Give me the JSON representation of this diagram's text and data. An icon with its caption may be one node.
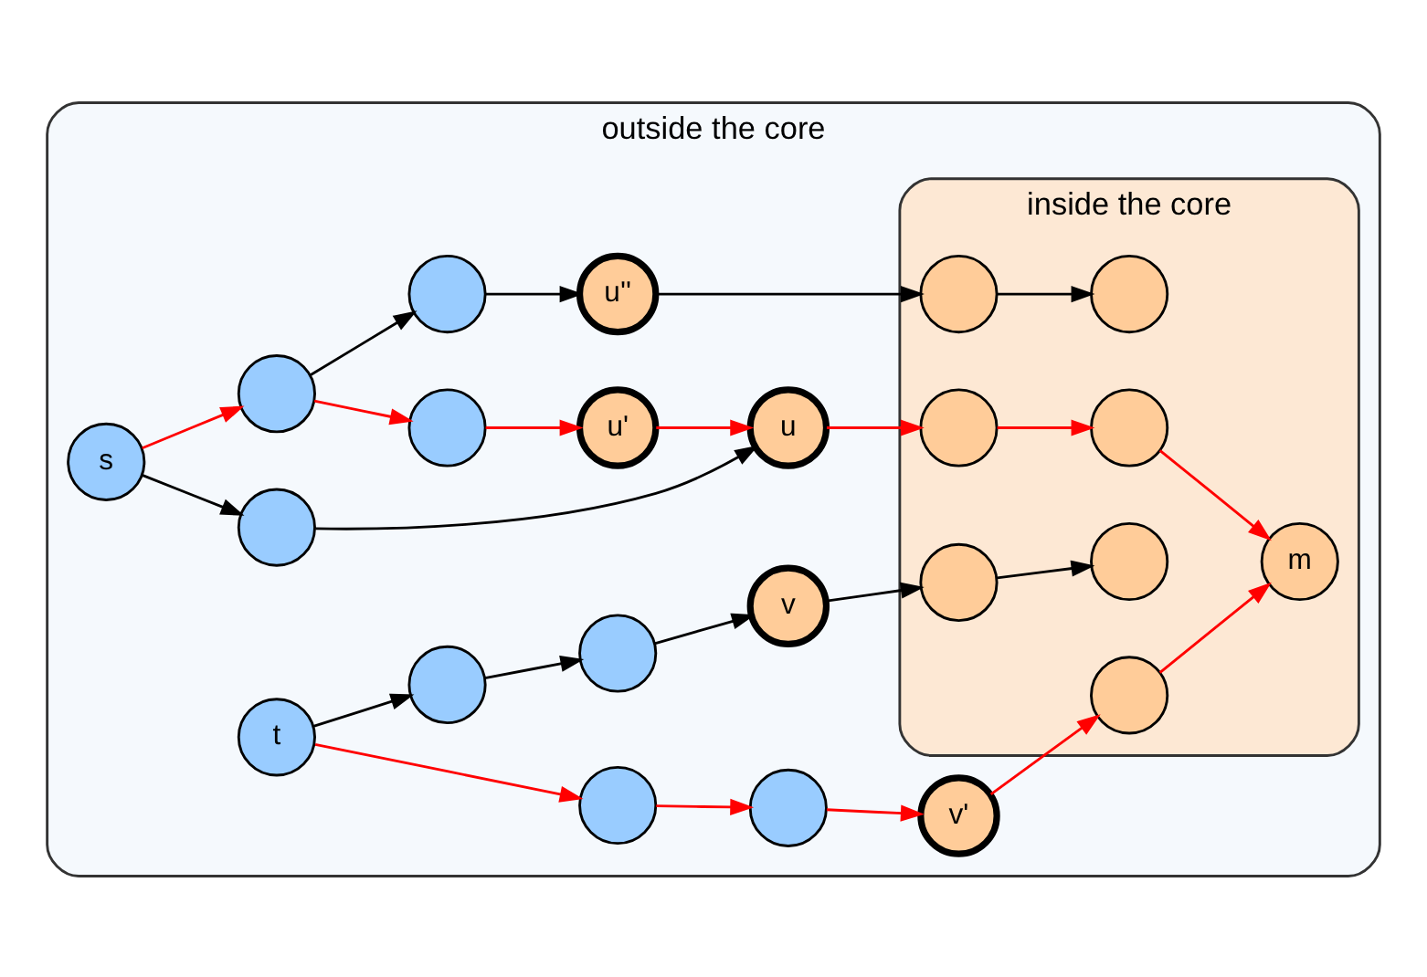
{
  "diagram": {
    "nodes": [
      {
        "text": [
          "outside the core"
        ]
      },
      {
        "text": [
          "inside the core"
        ],
        "in": 0
      },
      {
        "text": [
          "s"
        ],
        "in": 0
      },
      {
        "text": [],
        "shape": "circle",
        "in": 0
      },
      {
        "text": [
          "u"
        ],
        "in": 0
      },
      {
        "text": [],
        "shape": "circle",
        "in": 0
      },
      {
        "text": [],
        "shape": "circle",
        "in": 0
      },
      {
        "text": [
          "u'"
        ],
        "in": 0
      },
      {
        "text": [],
        "shape": "circle",
        "in": 0
      },
      {
        "text": [
          "u''"
        ],
        "in": 0
      },
      {
        "text": [],
        "shape": "circle",
        "in": 1
      },
      {
        "text": [],
        "shape": "circle",
        "in": 1
      },
      {
        "text": [
          "m"
        ],
        "in": 1
      },
      {
        "text": [],
        "shape": "circle",
        "in": 1
      },
      {
        "text": [],
        "shape": "circle",
        "in": 1
      },
      {
        "text": [
          "v"
        ],
        "in": 0
      },
      {
        "text": [],
        "shape": "circle",
        "in": 1
      },
      {
        "text": [],
        "shape": "circle",
        "in": 1
      },
      {
        "text": [],
        "shape": "circle",
        "in": 0
      },
      {
        "text": [],
        "shape": "circle",
        "in": 0
      },
      {
        "text": [
          "t"
        ],
        "in": 0
      },
      {
        "text": [],
        "shape": "circle",
        "in": 0
      },
      {
        "text": [],
        "shape": "circle",
        "in": 0
      },
      {
        "text": [
          "v'"
        ],
        "in": 0
      },
      {
        "text": [],
        "shape": "circle",
        "in": 1
      }
    ],
    "edges": [
      {
        "from": 2,
        "to": 3,
        "arrow": "to",
        "color": "#000000"
      },
      {
        "from": 3,
        "to": 4,
        "arrow": "to",
        "color": "#000000"
      },
      {
        "from": 2,
        "to": 6,
        "arrow": "to",
        "color": "#ff0000"
      },
      {
        "from": 6,
        "to": 5,
        "arrow": "to",
        "color": "#ff0000"
      },
      {
        "from": 5,
        "to": 7,
        "arrow": "to",
        "color": "#ff0000"
      },
      {
        "from": 7,
        "to": 4,
        "arrow": "to",
        "color": "#ff0000"
      },
      {
        "from": 6,
        "to": 8,
        "arrow": "to",
        "color": "#000000"
      },
      {
        "from": 8,
        "to": 9,
        "arrow": "to",
        "color": "#000000"
      },
      {
        "from": 9,
        "to": 13,
        "arrow": "to",
        "color": "#000000"
      },
      {
        "from": 13,
        "to": 14,
        "arrow": "to",
        "color": "#000000"
      },
      {
        "from": 4,
        "to": 10,
        "arrow": "to",
        "color": "#ff0000"
      },
      {
        "from": 10,
        "to": 11,
        "arrow": "to",
        "color": "#ff0000"
      },
      {
        "from": 11,
        "to": 12,
        "arrow": "to",
        "color": "#ff0000"
      },
      {
        "from": 20,
        "to": 19,
        "arrow": "to",
        "color": "#000000"
      },
      {
        "from": 19,
        "to": 18,
        "arrow": "to",
        "color": "#000000"
      },
      {
        "from": 18,
        "to": 15,
        "arrow": "to",
        "color": "#000000"
      },
      {
        "from": 15,
        "to": 16,
        "arrow": "to",
        "color": "#000000"
      },
      {
        "from": 16,
        "to": 17,
        "arrow": "to",
        "color": "#000000"
      },
      {
        "from": 20,
        "to": 21,
        "arrow": "to",
        "color": "#ff0000"
      },
      {
        "from": 21,
        "to": 22,
        "arrow": "to",
        "color": "#ff0000"
      },
      {
        "from": 22,
        "to": 23,
        "arrow": "to",
        "color": "#ff0000"
      },
      {
        "from": 23,
        "to": 24,
        "arrow": "to",
        "color": "#ff0000"
      },
      {
        "from": 24,
        "to": 12,
        "arrow": "to",
        "color": "#ff0000"
      }
    ]
  }
}
